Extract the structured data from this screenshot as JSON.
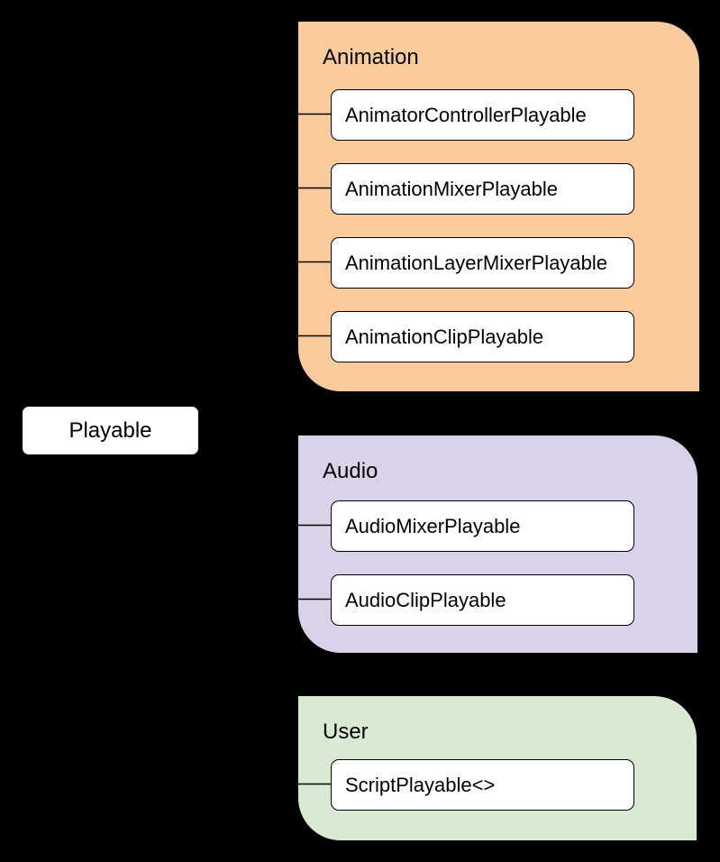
{
  "style": {
    "background": "#000000",
    "node_fill": "#ffffff",
    "node_border": "#000000",
    "text_color": "#000000",
    "connector_color": "#000000"
  },
  "root_node": {
    "label": "Playable"
  },
  "groups": [
    {
      "name": "Animation",
      "fill": "#f9cb9c",
      "items": [
        "AnimatorControllerPlayable",
        "AnimationMixerPlayable",
        "AnimationLayerMixerPlayable",
        "AnimationClipPlayable"
      ]
    },
    {
      "name": "Audio",
      "fill": "#d9d2e9",
      "items": [
        "AudioMixerPlayable",
        "AudioClipPlayable"
      ]
    },
    {
      "name": "User",
      "fill": "#d9ead3",
      "items": [
        "ScriptPlayable<>"
      ]
    }
  ]
}
